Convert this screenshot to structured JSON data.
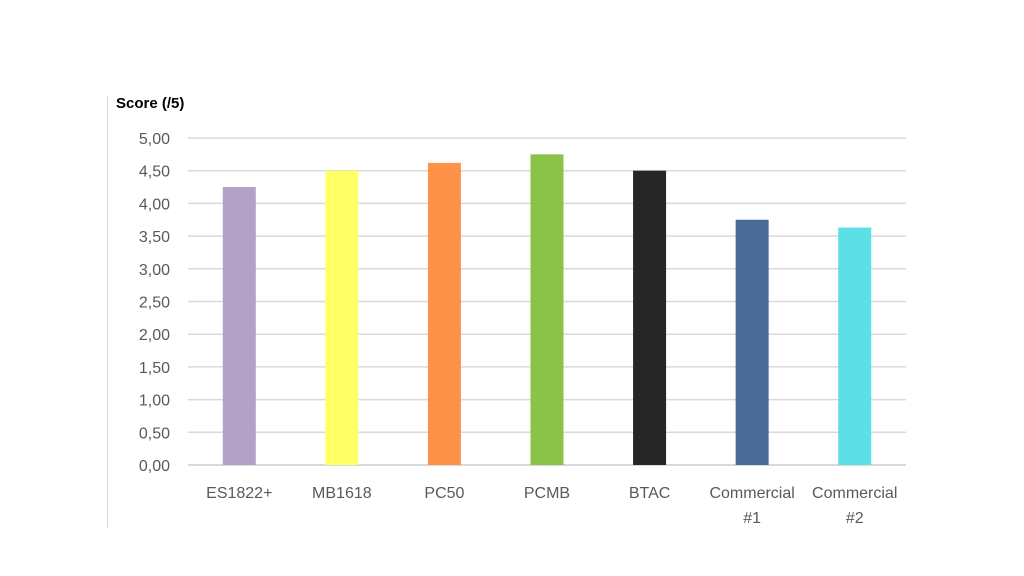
{
  "chart_data": {
    "type": "bar",
    "ylabel": "Score (/5)",
    "xlabel": "",
    "title": "",
    "ylim": [
      0,
      5
    ],
    "ytick_step": 0.5,
    "ytick_labels": [
      "0,00",
      "0,50",
      "1,00",
      "1,50",
      "2,00",
      "2,50",
      "3,00",
      "3,50",
      "4,00",
      "4,50",
      "5,00"
    ],
    "grid": true,
    "legend": "none",
    "categories": [
      "ES1822+",
      "MB1618",
      "PC50",
      "PCMB",
      "BTAC",
      "Commercial #1",
      "Commercial #2"
    ],
    "category_lines": [
      [
        "ES1822+"
      ],
      [
        "MB1618"
      ],
      [
        "PC50"
      ],
      [
        "PCMB"
      ],
      [
        "BTAC"
      ],
      [
        "Commercial",
        "#1"
      ],
      [
        "Commercial",
        "#2"
      ]
    ],
    "values": [
      4.25,
      4.5,
      4.62,
      4.75,
      4.5,
      3.75,
      3.63
    ],
    "colors": [
      "#b3a2c7",
      "#ffff66",
      "#ff9249",
      "#8bc34a",
      "#262626",
      "#4a6b96",
      "#5ce0e6"
    ]
  }
}
